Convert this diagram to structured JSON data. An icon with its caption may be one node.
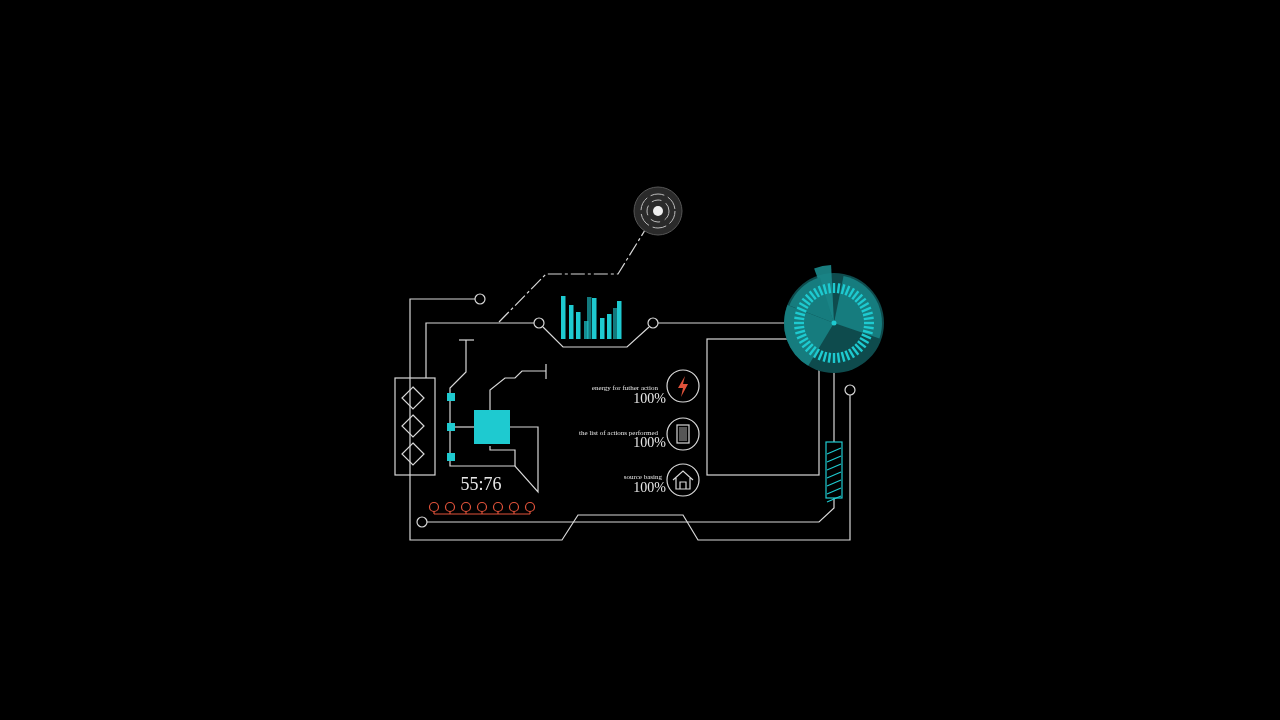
{
  "diagram": {
    "labels": [
      "energy for futher action",
      "100%",
      "the list of actions performed",
      "100%",
      "source basing",
      "100%",
      "55:76"
    ]
  }
}
